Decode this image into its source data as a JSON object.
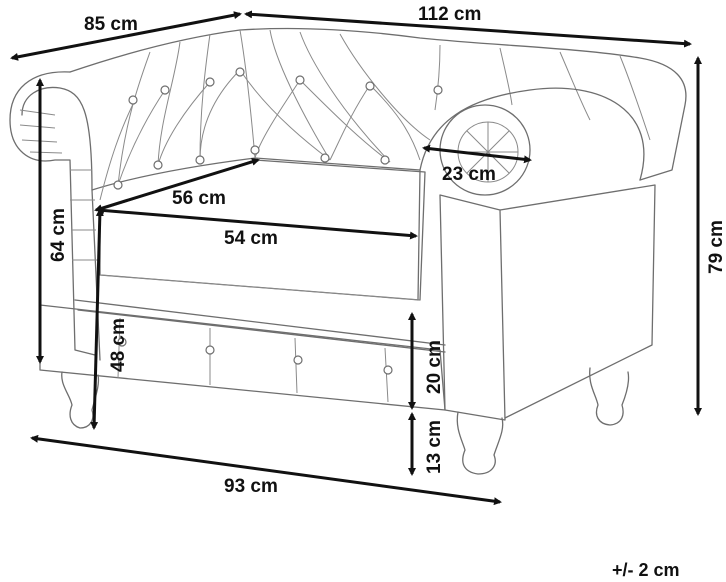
{
  "dimensions": {
    "depth_top": "85 cm",
    "width_top": "112 cm",
    "arm_diameter": "23 cm",
    "seat_depth": "56 cm",
    "seat_width": "54 cm",
    "arm_height": "64 cm",
    "seat_height": "48 cm",
    "total_height": "79 cm",
    "front_base_height": "20 cm",
    "leg_height": "13 cm",
    "total_width_front": "93 cm"
  },
  "tolerance": "+/- 2 cm"
}
